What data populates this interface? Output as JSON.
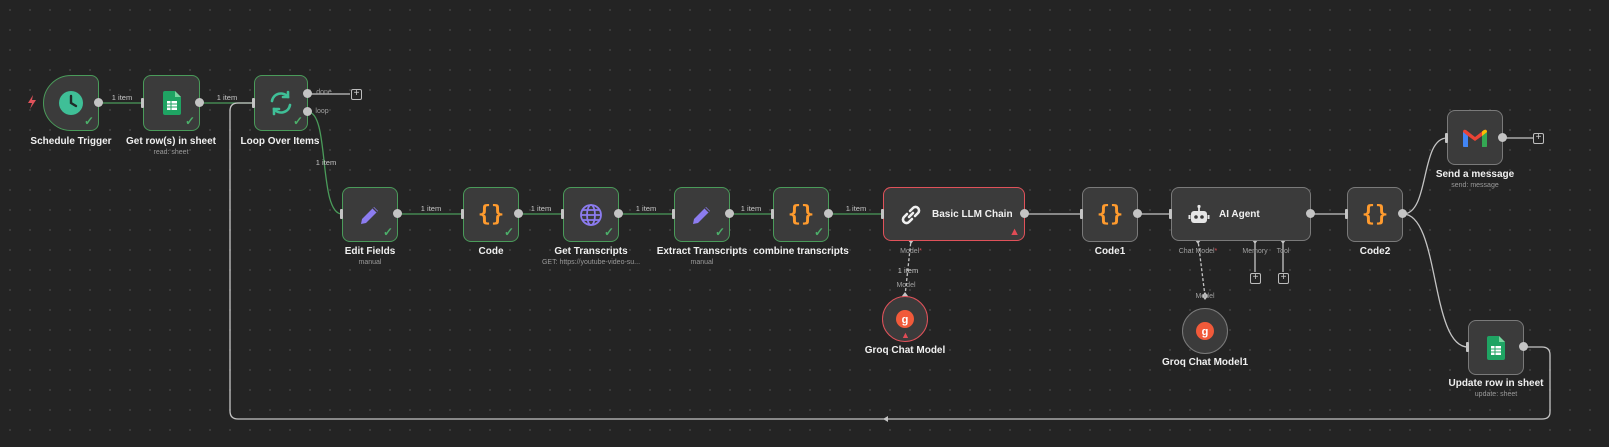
{
  "colors": {
    "success": "#4caf6a",
    "error": "#e0525a",
    "wire": "#c4c4c4",
    "wire_active": "#4a9b5a"
  },
  "nodes": {
    "schedule_trigger": {
      "label": "Schedule Trigger",
      "icon": "clock-icon"
    },
    "get_rows": {
      "label": "Get row(s) in sheet",
      "sub": "read: sheet",
      "icon": "google-sheets-icon"
    },
    "loop": {
      "label": "Loop Over Items",
      "icon": "refresh-icon",
      "out_done": "done",
      "out_loop": "loop"
    },
    "edit_fields": {
      "label": "Edit Fields",
      "sub": "manual",
      "icon": "pencil-icon"
    },
    "code": {
      "label": "Code",
      "icon": "braces-icon"
    },
    "get_transcripts": {
      "label": "Get Transcripts",
      "sub": "GET: https://youtube-video-su...",
      "icon": "globe-icon"
    },
    "extract_transcripts": {
      "label": "Extract Transcripts",
      "sub": "manual",
      "icon": "pencil-icon"
    },
    "combine_transcripts": {
      "label": "combine transcripts",
      "icon": "braces-icon"
    },
    "basic_llm_chain": {
      "label": "Basic LLM Chain",
      "icon": "link-icon",
      "port_model": "Model"
    },
    "groq_chat_model": {
      "label": "Groq Chat Model",
      "icon": "groq-icon"
    },
    "code1": {
      "label": "Code1",
      "icon": "braces-icon"
    },
    "ai_agent": {
      "label": "AI Agent",
      "icon": "robot-icon",
      "port_chat_model": "Chat Model",
      "port_memory": "Memory",
      "port_tool": "Tool"
    },
    "groq_chat_model1": {
      "label": "Groq Chat Model1",
      "icon": "groq-icon"
    },
    "code2": {
      "label": "Code2",
      "icon": "braces-icon"
    },
    "send_message": {
      "label": "Send a message",
      "sub": "send: message",
      "icon": "gmail-icon"
    },
    "update_row": {
      "label": "Update row in sheet",
      "sub": "update: sheet",
      "icon": "google-sheets-icon"
    }
  },
  "connections": {
    "trigger_to_rows": "1 item",
    "rows_to_loop": "1 item",
    "loop_to_edit": "1 item",
    "edit_to_code": "1 item",
    "code_to_get": "1 item",
    "get_to_extract": "1 item",
    "extract_to_combine": "1 item",
    "combine_to_chain": "1 item",
    "groq_to_chain": "1 item",
    "groq_target_model": "Model",
    "groq1_target_model": "Model"
  },
  "required_mark": "*"
}
